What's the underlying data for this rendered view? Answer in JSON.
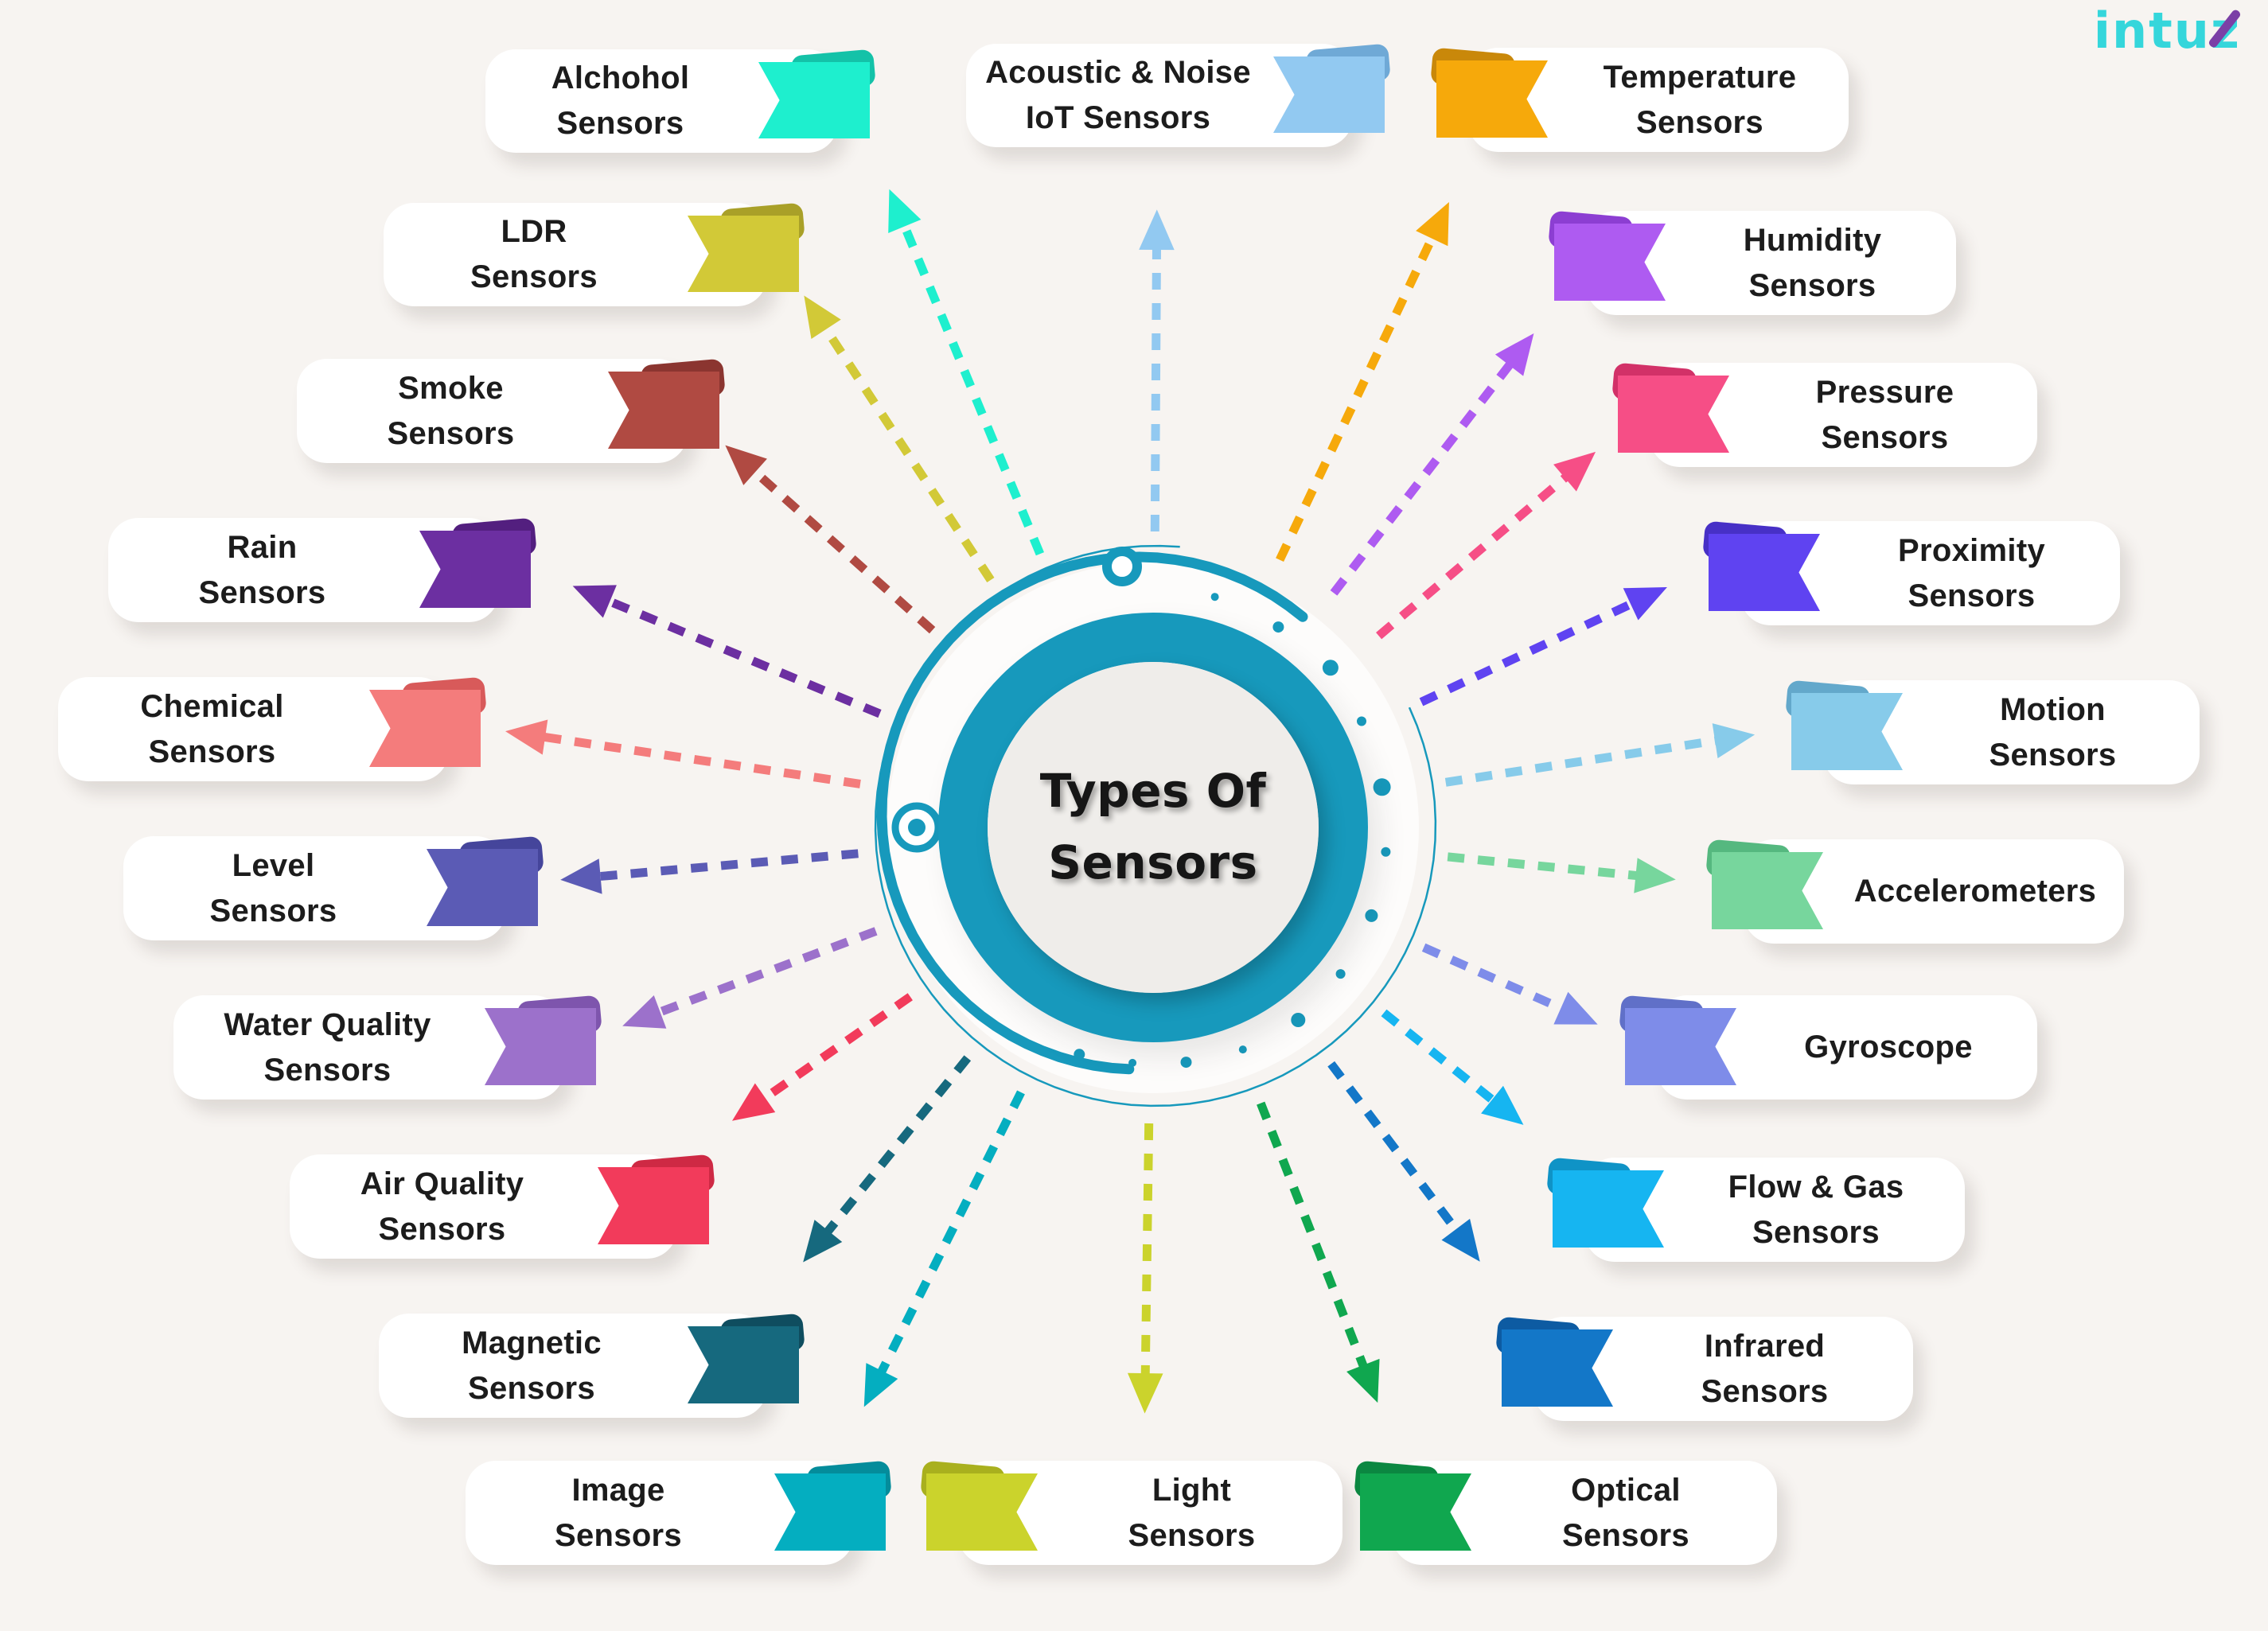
{
  "title": "Types Of Sensors infographic",
  "center": {
    "title_line1": "Types Of",
    "title_line2": "Sensors"
  },
  "logo": {
    "text_main": "intu",
    "text_z": "z"
  },
  "colors": {
    "background": "#F7F4F1",
    "ring": "#1799BC",
    "inner_circle": "#EFEDEA",
    "card": "#FFFFFF",
    "text": "#1C1C1C",
    "logo": "#35D6DB",
    "logo_accent": "#7B3FA6"
  },
  "sensors": [
    {
      "id": "alchohol",
      "lines": [
        "Alchohol",
        "Sensors"
      ],
      "color": "#1EEFCE",
      "fold_color": "#14C2A8"
    },
    {
      "id": "acoustic",
      "lines": [
        "Acoustic & Noise",
        "IoT Sensors"
      ],
      "color": "#92C9F1",
      "fold_color": "#6FA9D6"
    },
    {
      "id": "temperature",
      "lines": [
        "Temperature",
        "Sensors"
      ],
      "color": "#F6A90B",
      "fold_color": "#C9880A"
    },
    {
      "id": "ldr",
      "lines": [
        "LDR",
        "Sensors"
      ],
      "color": "#D2C937",
      "fold_color": "#A9A028"
    },
    {
      "id": "humidity",
      "lines": [
        "Humidity",
        "Sensors"
      ],
      "color": "#AE5BF1",
      "fold_color": "#8C3ED2"
    },
    {
      "id": "smoke",
      "lines": [
        "Smoke",
        "Sensors"
      ],
      "color": "#B04A42",
      "fold_color": "#8B3530"
    },
    {
      "id": "pressure",
      "lines": [
        "Pressure",
        "Sensors"
      ],
      "color": "#F64E86",
      "fold_color": "#D23168"
    },
    {
      "id": "rain",
      "lines": [
        "Rain",
        "Sensors"
      ],
      "color": "#6C2FA1",
      "fold_color": "#531F7F"
    },
    {
      "id": "proximity",
      "lines": [
        "Proximity",
        "Sensors"
      ],
      "color": "#5F43F1",
      "fold_color": "#4730C6"
    },
    {
      "id": "chemical",
      "lines": [
        "Chemical",
        "Sensors"
      ],
      "color": "#F47C7C",
      "fold_color": "#D85A5A"
    },
    {
      "id": "motion",
      "lines": [
        "Motion",
        "Sensors"
      ],
      "color": "#87CBEA",
      "fold_color": "#63A8CB"
    },
    {
      "id": "level",
      "lines": [
        "Level",
        "Sensors"
      ],
      "color": "#5B5BB5",
      "fold_color": "#45459B"
    },
    {
      "id": "accelerometers",
      "lines": [
        "Accelerometers"
      ],
      "color": "#77D69D",
      "fold_color": "#55B87F"
    },
    {
      "id": "water_quality",
      "lines": [
        "Water Quality",
        "Sensors"
      ],
      "color": "#9C71CB",
      "fold_color": "#7E55AD"
    },
    {
      "id": "gyroscope",
      "lines": [
        "Gyroscope"
      ],
      "color": "#7E8CE9",
      "fold_color": "#6070C8"
    },
    {
      "id": "air_quality",
      "lines": [
        "Air Quality",
        "Sensors"
      ],
      "color": "#F23B5B",
      "fold_color": "#CE2944"
    },
    {
      "id": "flow_gas",
      "lines": [
        "Flow & Gas",
        "Sensors"
      ],
      "color": "#16B5F1",
      "fold_color": "#0F93C6"
    },
    {
      "id": "magnetic",
      "lines": [
        "Magnetic",
        "Sensors"
      ],
      "color": "#16697E",
      "fold_color": "#0F4D5F"
    },
    {
      "id": "infrared",
      "lines": [
        "Infrared",
        "Sensors"
      ],
      "color": "#1377C8",
      "fold_color": "#0D5BA2"
    },
    {
      "id": "image",
      "lines": [
        "Image",
        "Sensors"
      ],
      "color": "#04AEC0",
      "fold_color": "#048C9B"
    },
    {
      "id": "light",
      "lines": [
        "Light",
        "Sensors"
      ],
      "color": "#CBD32C",
      "fold_color": "#A9B01E"
    },
    {
      "id": "optical",
      "lines": [
        "Optical",
        "Sensors"
      ],
      "color": "#10A74F",
      "fold_color": "#0B8741"
    }
  ]
}
